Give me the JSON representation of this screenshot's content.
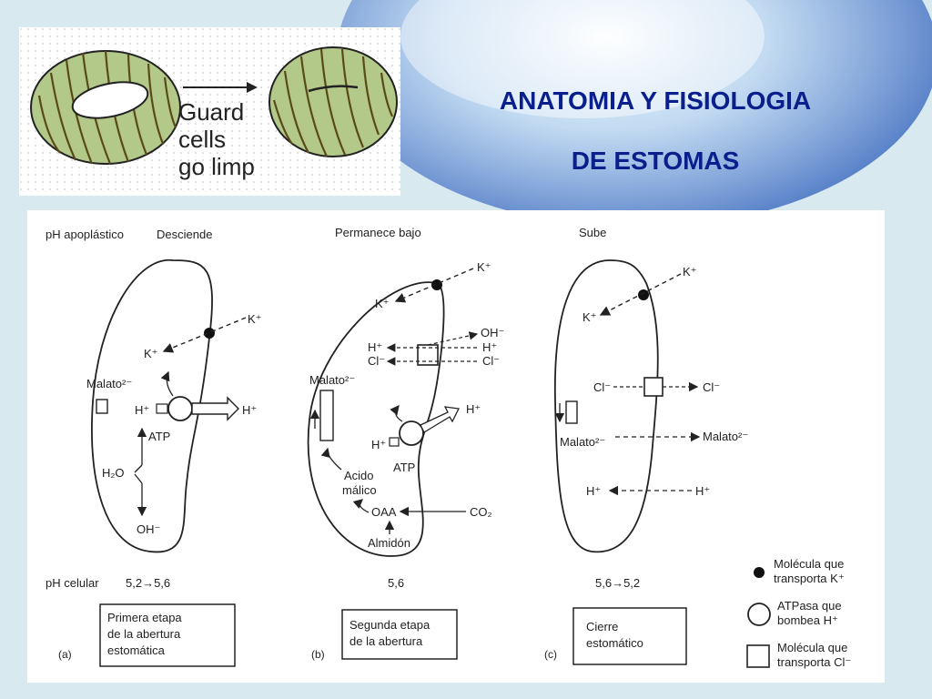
{
  "title": {
    "line1": "ANATOMIA Y FISIOLOGIA",
    "line2": "DE ESTOMAS"
  },
  "guard": {
    "line1": "Guard",
    "line2": "cells",
    "line3": "go limp"
  },
  "header": {
    "ph_apo": "pH apoplástico",
    "a": "Desciende",
    "b": "Permanece bajo",
    "c": "Sube"
  },
  "panel_a": {
    "k_out": "K⁺",
    "k_in": "K⁺",
    "malato": "Malato²⁻",
    "h_in": "H⁺",
    "h_out": "H⁺",
    "atp": "ATP",
    "h2o": "H₂O",
    "oh": "OH⁻",
    "ph_label": "pH celular",
    "ph_value": "5,2→5,6",
    "box1": "Primera etapa",
    "box2": "de la abertura",
    "box3": "estomática",
    "letter": "(a)"
  },
  "panel_b": {
    "k_out": "K⁺",
    "k_in": "K⁺",
    "oh": "OH⁻",
    "h_left": "H⁺",
    "cl_left": "Cl⁻",
    "h_right": "H⁺",
    "cl_right": "Cl⁻",
    "malato": "Malato²⁻",
    "h_pump_out": "H⁺",
    "h_pump_in": "H⁺",
    "atp": "ATP",
    "acido1": "Acido",
    "acido2": "málico",
    "oaa": "OAA",
    "co2": "CO₂",
    "almidon": "Almidón",
    "ph_value": "5,6",
    "box1": "Segunda etapa",
    "box2": "de la abertura",
    "letter": "(b)"
  },
  "panel_c": {
    "k_out": "K⁺",
    "k_in": "K⁺",
    "cl_in": "Cl⁻",
    "cl_out": "Cl⁻",
    "malato_in": "Malato²⁻",
    "malato_out": "Malato²⁻",
    "h_in": "H⁺",
    "h_out": "H⁺",
    "ph_value": "5,6→5,2",
    "box1": "Cierre",
    "box2": "estomático",
    "letter": "(c)"
  },
  "legend": {
    "k1": "Molécula que",
    "k2": "transporta K⁺",
    "atp1": "ATPasa que",
    "atp2": "bombea H⁺",
    "cl1": "Molécula que",
    "cl2": "transporta Cl⁻"
  }
}
